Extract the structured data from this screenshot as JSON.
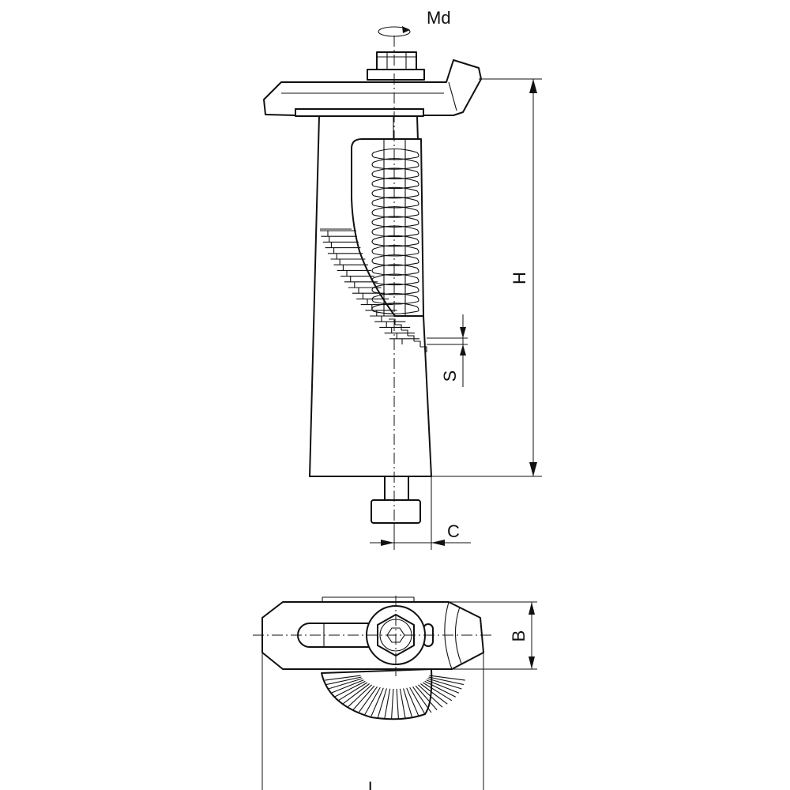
{
  "labels": {
    "torque": "Md",
    "height": "H",
    "step": "S",
    "offset": "C",
    "width": "B",
    "length": "L"
  }
}
